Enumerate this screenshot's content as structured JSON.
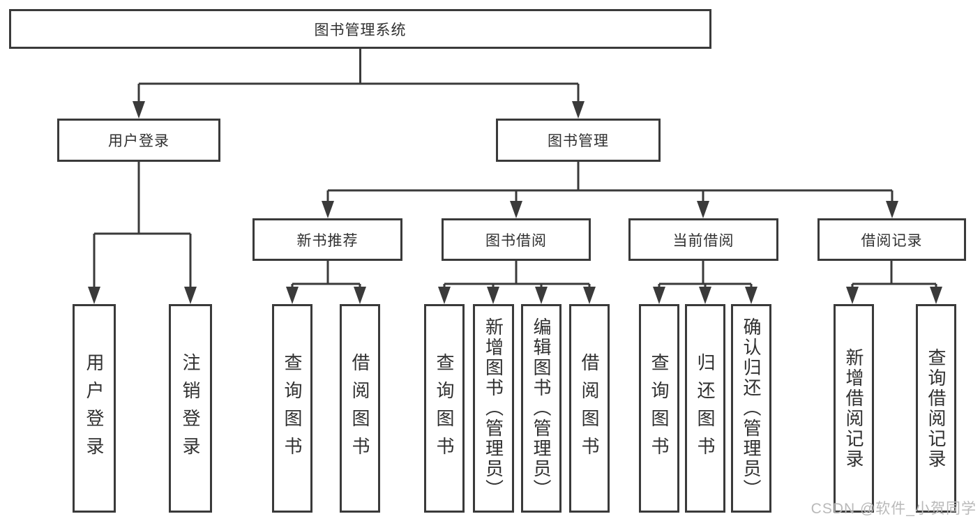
{
  "tree": {
    "label": "图书管理系统",
    "children": [
      {
        "label": "用户登录",
        "children": [
          {
            "label": "用户登录"
          },
          {
            "label": "注销登录"
          }
        ]
      },
      {
        "label": "图书管理",
        "children": [
          {
            "label": "新书推荐",
            "children": [
              {
                "label": "查询图书"
              },
              {
                "label": "借阅图书"
              }
            ]
          },
          {
            "label": "图书借阅",
            "children": [
              {
                "label": "查询图书"
              },
              {
                "label": "新增图书（管理员）"
              },
              {
                "label": "编辑图书（管理员）"
              },
              {
                "label": "借阅图书"
              }
            ]
          },
          {
            "label": "当前借阅",
            "children": [
              {
                "label": "查询图书"
              },
              {
                "label": "归还图书"
              },
              {
                "label": "确认归还（管理员）"
              }
            ]
          },
          {
            "label": "借阅记录",
            "children": [
              {
                "label": "新增借阅记录"
              },
              {
                "label": "查询借阅记录"
              }
            ]
          }
        ]
      }
    ]
  },
  "watermark": "CSDN @软件_小贺同学",
  "colors": {
    "line": "#3a3a3a",
    "text": "#303030",
    "watermark": "#b9b9b9",
    "background": "#ffffff"
  }
}
